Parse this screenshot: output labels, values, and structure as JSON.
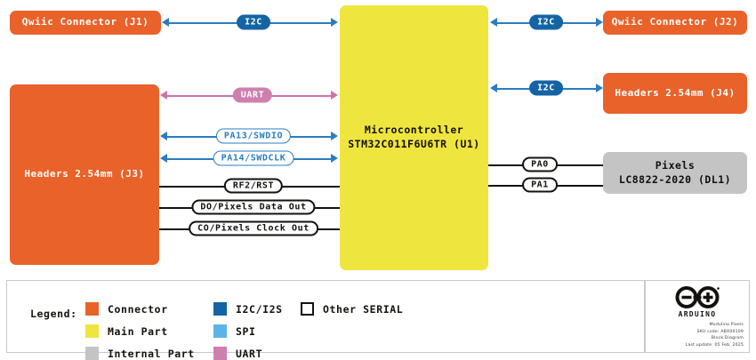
{
  "diagram": {
    "title": "Modulino Pixels Block Diagram",
    "blocks": {
      "j1": {
        "label": "Qwiic Connector (J1)",
        "type": "Connector"
      },
      "j3": {
        "label": "Headers 2.54mm (J3)",
        "type": "Connector"
      },
      "u1": {
        "label": "Microcontroller\nSTM32C011F6U6TR (U1)",
        "type": "Main Part"
      },
      "j2": {
        "label": "Qwiic Connector (J2)",
        "type": "Connector"
      },
      "j4": {
        "label": "Headers 2.54mm (J4)",
        "type": "Connector"
      },
      "dl1": {
        "label": "Pixels\nLC8822-2020 (DL1)",
        "type": "Internal Part"
      }
    },
    "connections": {
      "i2c_j1": "I2C",
      "i2c_j2": "I2C",
      "i2c_j4": "I2C",
      "uart_j3": "UART",
      "swdio": "PA13/SWDIO",
      "swdclk": "PA14/SWDCLK",
      "rst": "RF2/RST",
      "data_out": "DO/Pixels Data Out",
      "clock_out": "CO/Pixels Clock Out",
      "pa0": "PA0",
      "pa1": "PA1"
    }
  },
  "legend": {
    "title": "Legend:",
    "items": [
      {
        "label": "Connector",
        "color": "#e8622a"
      },
      {
        "label": "Main Part",
        "color": "#efe53f"
      },
      {
        "label": "Internal Part",
        "color": "#c4c4c4"
      },
      {
        "label": "I2C/I2S",
        "color": "#1464a5"
      },
      {
        "label": "SPI",
        "color": "#5cb3e8"
      },
      {
        "label": "UART",
        "color": "#cf7fae"
      },
      {
        "label": "Other SERIAL",
        "color": "#ffffff"
      }
    ]
  },
  "branding": {
    "wordmark": "ARDUINO",
    "product": "Modulino Pixels",
    "sku": "SKU code: ABX00109",
    "doc_type": "Block Diagram",
    "updated": "Last update: 05 Feb, 2025"
  }
}
